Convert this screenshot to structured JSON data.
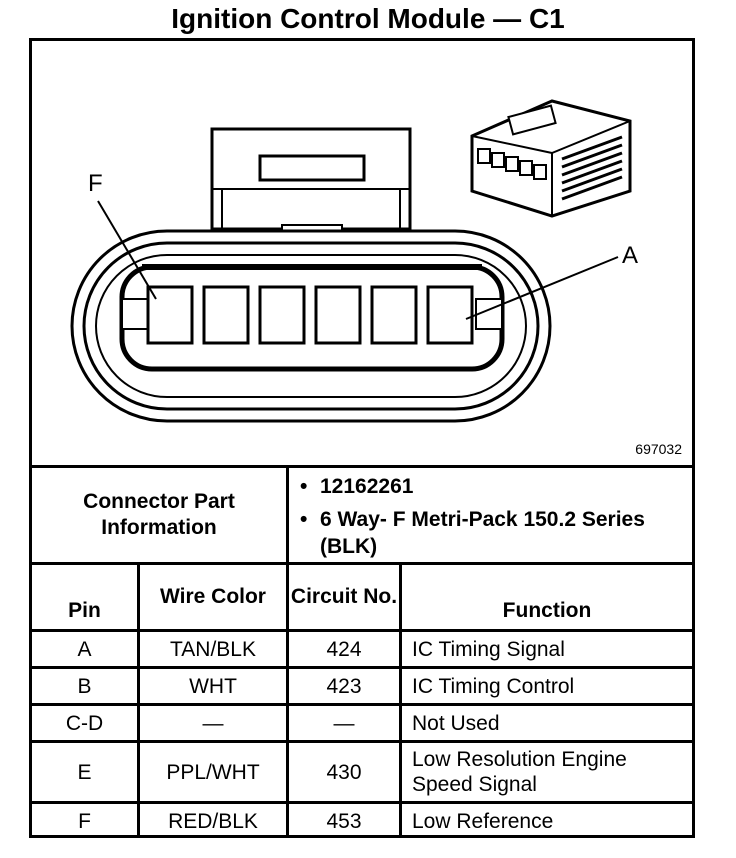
{
  "title": "Ignition Control Module — C1",
  "diagram": {
    "label_f": "F",
    "label_a": "A",
    "figure_id": "697032"
  },
  "connector_info": {
    "label": "Connector Part Information",
    "items": [
      "12162261",
      "6 Way- F Metri-Pack 150.2 Series (BLK)"
    ],
    "bullet": "•"
  },
  "table": {
    "headers": {
      "pin": "Pin",
      "wire_color": "Wire Color",
      "circuit": "Circuit No.",
      "function": "Function"
    },
    "rows": [
      {
        "pin": "A",
        "wire_color": "TAN/BLK",
        "circuit": "424",
        "function": "IC Timing Signal"
      },
      {
        "pin": "B",
        "wire_color": "WHT",
        "circuit": "423",
        "function": "IC Timing Control"
      },
      {
        "pin": "C-D",
        "wire_color": "—",
        "circuit": "—",
        "function": "Not Used"
      },
      {
        "pin": "E",
        "wire_color": "PPL/WHT",
        "circuit": "430",
        "function": "Low Resolution Engine Speed Signal"
      },
      {
        "pin": "F",
        "wire_color": "RED/BLK",
        "circuit": "453",
        "function": "Low Reference"
      }
    ]
  }
}
